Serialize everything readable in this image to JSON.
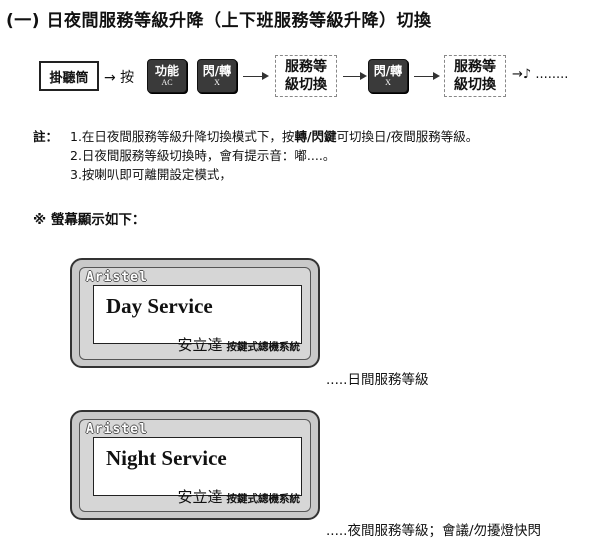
{
  "title": "(一) 日夜間服務等級升降（上下班服務等級升降）切換",
  "flow": {
    "handset": "掛聽筒",
    "connector": "→ 按",
    "key1": {
      "label": "功能",
      "sub": "AC"
    },
    "key2": {
      "label": "閃/轉",
      "sub": "X"
    },
    "box1_line1": "服務等",
    "box1_line2": "級切換",
    "key3": {
      "label": "閃/轉",
      "sub": "X"
    },
    "box2_line1": "服務等",
    "box2_line2": "級切換",
    "ending": "→♪ ........"
  },
  "notes": {
    "label": "註：",
    "n1_prefix": "1.在日夜間服務等級升降切換模式下，按",
    "n1_bold": "轉/閃鍵",
    "n1_suffix": "可切換日/夜間服務等級。",
    "n2": "2.日夜間服務等級切換時，會有提示音：嘟....。",
    "n3": "3.按喇叭即可離開設定模式，"
  },
  "display_heading": "※ 螢幕顯示如下：",
  "panels": [
    {
      "brand": "Aristel",
      "screen": "Day Service",
      "footer_main": "安立達",
      "footer_sub": "按鍵式總機系統",
      "caption": ".....日間服務等級"
    },
    {
      "brand": "Aristel",
      "screen": "Night Service",
      "footer_main": "安立達",
      "footer_sub": "按鍵式總機系統",
      "caption": ".....夜間服務等級；會議/勿擾燈快閃"
    }
  ]
}
